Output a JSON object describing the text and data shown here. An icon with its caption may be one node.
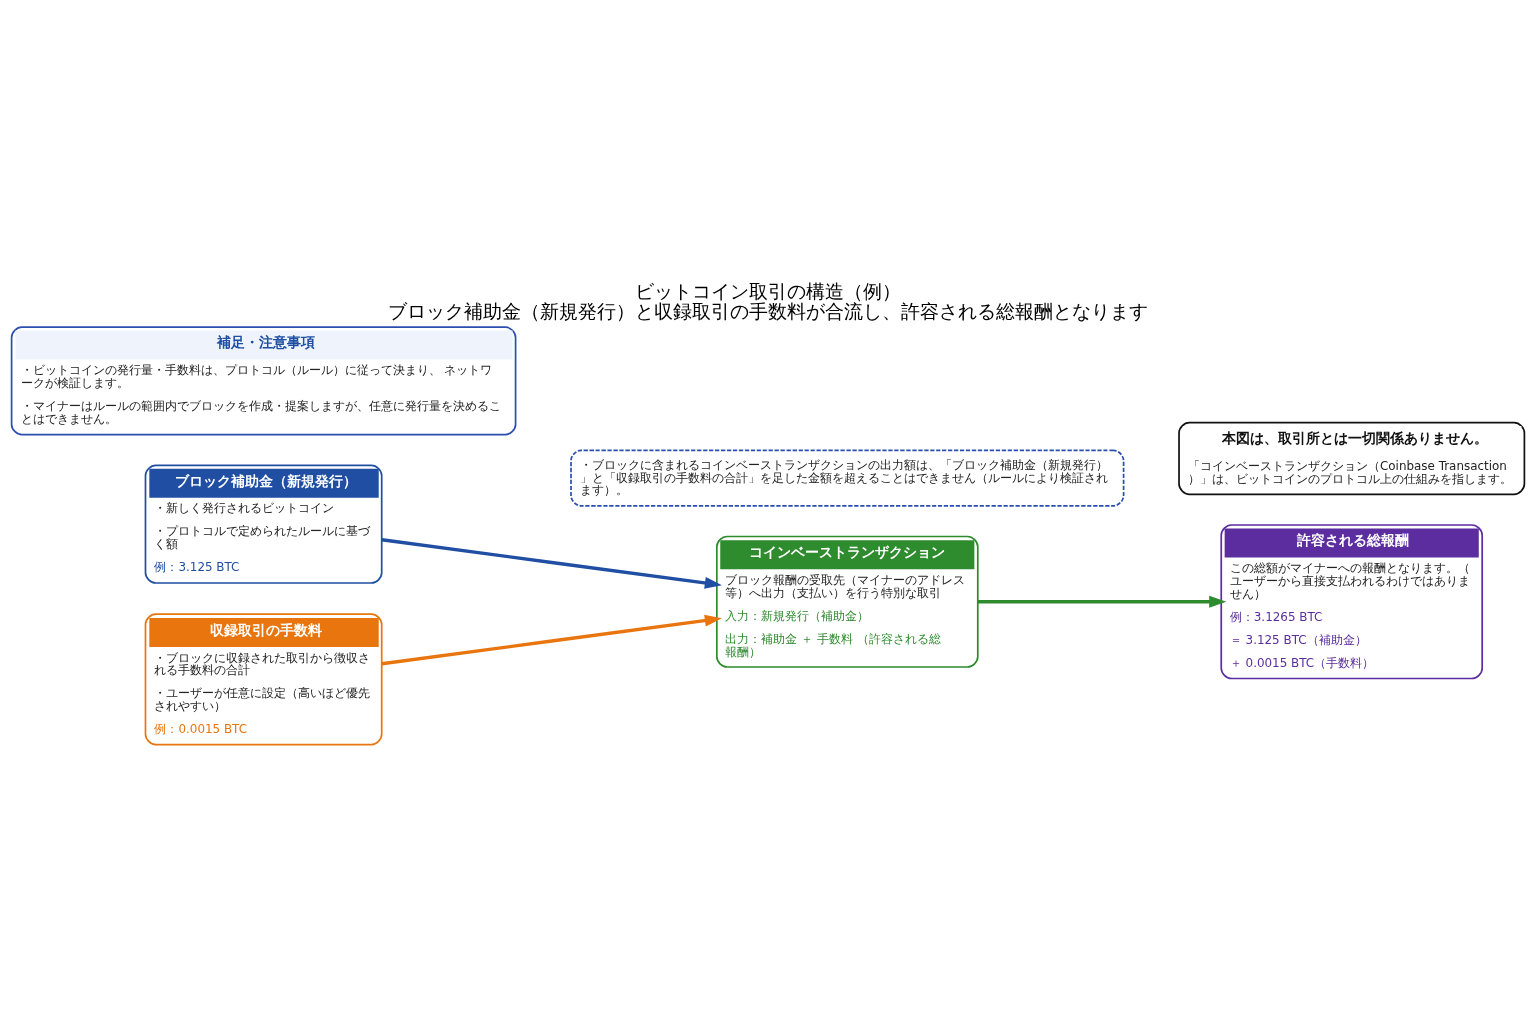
{
  "diagram": {
    "title": "ビットコイン取引の構造（例）",
    "caption": "ブロック補助金（新規発行）と収録取引の手数料が合流し、許容される総報酬となります",
    "nodes": [
      {
        "text": [
          "ブロック補助金（新規発行）",
          "・新しく発行されるビットコイン",
          "・プロトコルで定められたルールに基づく額",
          "例：3.125 BTC"
        ]
      },
      {
        "text": [
          "収録取引の手数料",
          "・ブロックに収録された取引から徴収される手数料の合計",
          "・ユーザーが任意に設定（高いほど優先されやすい）",
          "例：0.0015 BTC"
        ]
      },
      {
        "text": [
          "コインベーストランザクション",
          "ブロック報酬の受取先（マイナーのアドレス等）へ出力（支払い）を行う特別な取引",
          "入力：新規発行（補助金）",
          "出力：補助金 ＋ 手数料 （許容される総報酬）"
        ]
      },
      {
        "text": [
          "許容される総報酬",
          "この総額がマイナーへの報酬となります。（ユーザーから直接支払われるわけではありません）",
          "例：3.1265 BTC",
          "＝ 3.125 BTC（補助金）",
          "＋ 0.0015 BTC（手数料）"
        ]
      },
      {
        "text": [
          "・ブロックに含まれるコインベーストランザクションの出力額は、「ブロック補助金（新規発行）」と「収録取引の手数料の合計」を足した金額を超えることはできません（ルールにより検証されます）。"
        ]
      },
      {
        "text": [
          "補足・注意事項",
          "・ビットコインの発行量・手数料は、プロトコル（ルール）に従って決まり、 ネットワークが検証します。",
          "・マイナーはルールの範囲内でブロックを作成・提案しますが、任意に発行量を決めることはできません。"
        ]
      },
      {
        "text": [
          "本図は、取引所とは一切関係ありません。",
          "「コインベーストランザクション（Coinbase Transaction）」は、ビットコインのプロトコル上の仕組みを指します。"
        ]
      }
    ],
    "edges": [
      {
        "from": 0,
        "to": 2,
        "arrow": "to",
        "color": "#1f4ea3"
      },
      {
        "from": 1,
        "to": 2,
        "arrow": "to",
        "color": "#e8750e"
      },
      {
        "from": 2,
        "to": 3,
        "arrow": "to",
        "color": "#2e8b2e"
      }
    ]
  }
}
